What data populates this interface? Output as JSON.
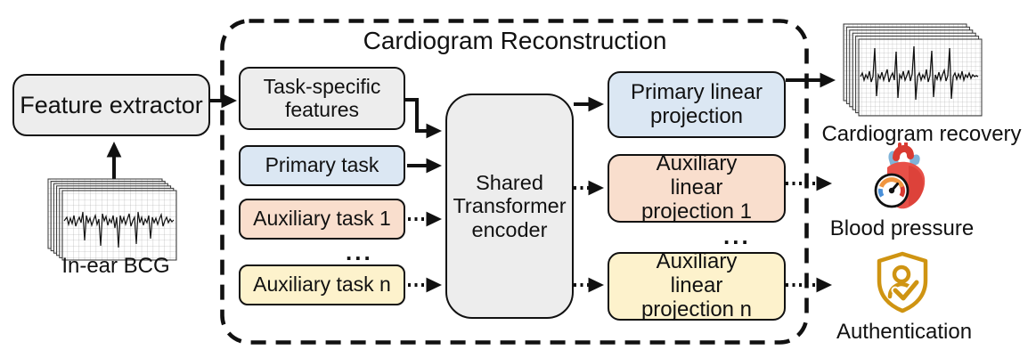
{
  "colors": {
    "primary_blue": "#dbe7f3",
    "auxiliary_pink": "#f9decd",
    "auxiliary_yellow": "#fdf2cc",
    "neutral_gray": "#ededed",
    "outline": "#111111",
    "shield_gold": "#cf9412",
    "heart_red": "#e85048",
    "gauge_orange": "#f0953f",
    "gauge_blue": "#4a90d9"
  },
  "pipeline": {
    "input_label": "In-ear BCG",
    "feature_extractor": "Feature extractor",
    "container_title": "Cardiogram Reconstruction",
    "task_specific_features": "Task-specific features",
    "primary_task": "Primary task",
    "auxiliary_task_1": "Auxiliary task 1",
    "auxiliary_task_n": "Auxiliary task n",
    "ellipsis_tasks": "...",
    "encoder": "Shared Transformer encoder",
    "primary_projection": "Primary linear projection",
    "auxiliary_projection_1": "Auxiliary linear projection 1",
    "auxiliary_projection_n": "Auxiliary linear projection n",
    "ellipsis_projections": "...",
    "outputs": {
      "cardiogram_recovery": "Cardiogram recovery",
      "blood_pressure": "Blood pressure",
      "authentication": "Authentication"
    }
  }
}
